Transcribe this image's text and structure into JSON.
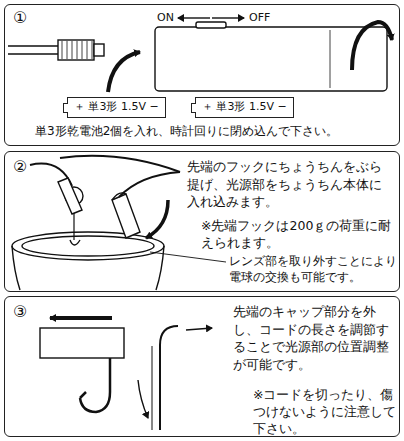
{
  "diagram": {
    "nodes": [
      {
        "text": [
          "①",
          "単3形乾電池2個を入れ、時計回りに閉め込んで下さい。"
        ]
      },
      {
        "text": [
          "＋ 単3形 1.5V −"
        ],
        "in": 0
      },
      {
        "text": [
          "＋ 単3形 1.5V −"
        ],
        "in": 0
      },
      {
        "text": [
          "②",
          "先端のフックにちょうちんをぶら提げ、光源部をちょうちん本体に入れ込みます。",
          "※先端フックは200ｇの荷重に耐えられます。",
          "レンズ部を取り外すことにより電球の交換も可能です。"
        ]
      },
      {
        "text": [
          "③",
          "先端のキャップ部分を外し、コードの長さを調節することで光源部の位置調整が可能です。",
          "※コードを切ったり、傷つけないように注意して下さい。"
        ]
      }
    ],
    "labels": [
      "ON",
      "OFF"
    ]
  }
}
